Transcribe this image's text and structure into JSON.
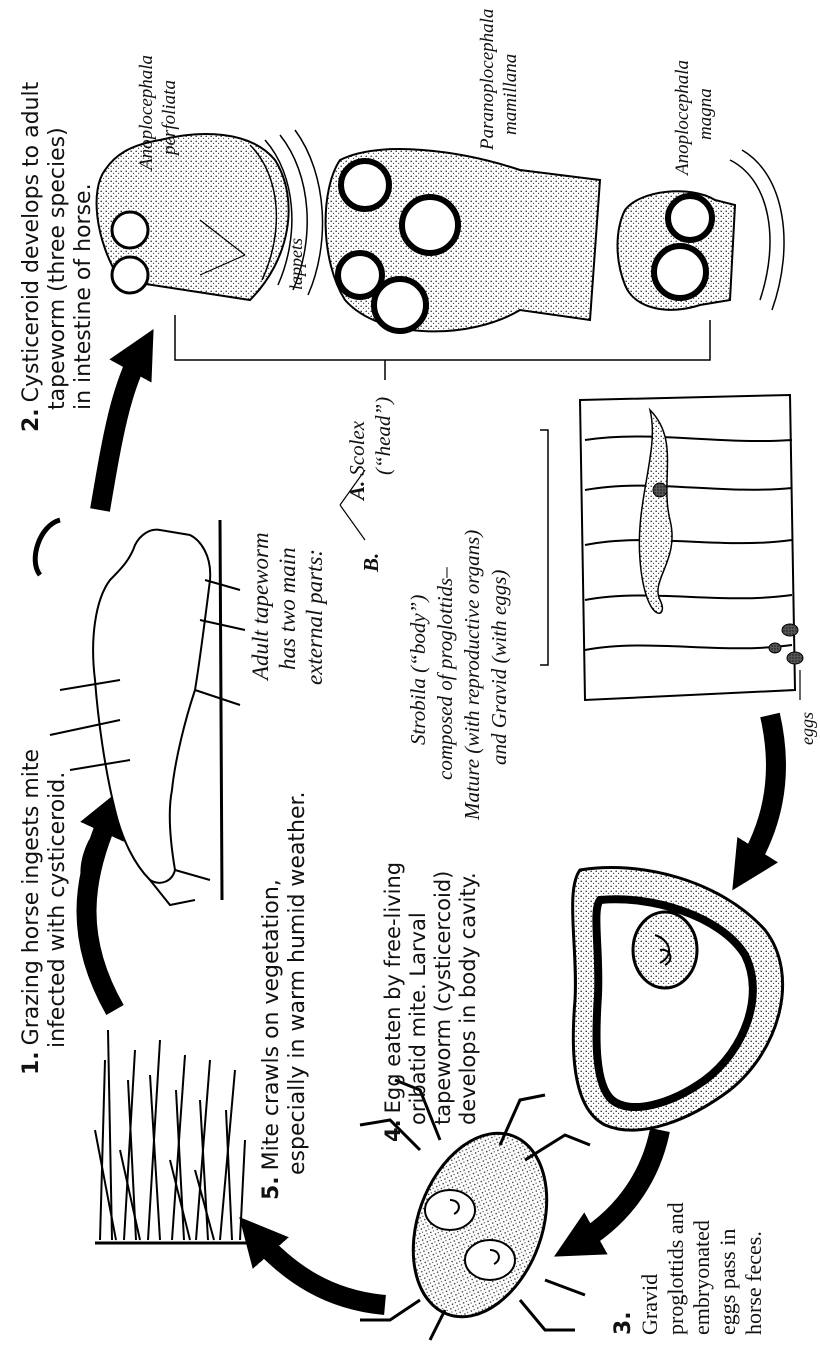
{
  "steps": {
    "s1": {
      "num": "1.",
      "line1": "Grazing horse ingests mite",
      "line2": "infected with cysticeroid."
    },
    "s2": {
      "num": "2.",
      "line1": "Cysticeroid develops to adult",
      "line2": "tapeworm (three species)",
      "line3": "in intestine of horse."
    },
    "s3": {
      "num": "3.",
      "line1": "Gravid",
      "line2": "proglottids and",
      "line3": "embryonated",
      "line4": "eggs pass in",
      "line5": "horse feces."
    },
    "s4": {
      "num": "4.",
      "line1": "Egg eaten by free-living",
      "line2": "oribatid mite. Larval",
      "line3": "tapeworm (cysticercoid)",
      "line4": "develops in body cavity."
    },
    "s5": {
      "num": "5.",
      "line1": "Mite crawls on vegetation,",
      "line2": "especially in warm humid weather."
    }
  },
  "parts": {
    "intro1": "Adult tapeworm",
    "intro2": "has two main",
    "intro3": "external parts:",
    "a_label": "A.",
    "a_name": "Scolex",
    "a_sub": "(“head”)",
    "b_label": "B.",
    "b_line1": "Strobila (“body”)",
    "b_line2": "composed of proglottids–",
    "b_line3": "Mature (with reproductive organs)",
    "b_line4": "and Gravid (with eggs)"
  },
  "species": {
    "perfoliata1": "Anoplocephala",
    "perfoliata2": "perfoliata",
    "mamillana1": "Paranoplocephala",
    "mamillana2": "mamillana",
    "magna1": "Anoplocephala",
    "magna2": "magna"
  },
  "labels": {
    "lappets": "lappets",
    "eggs": "eggs"
  }
}
